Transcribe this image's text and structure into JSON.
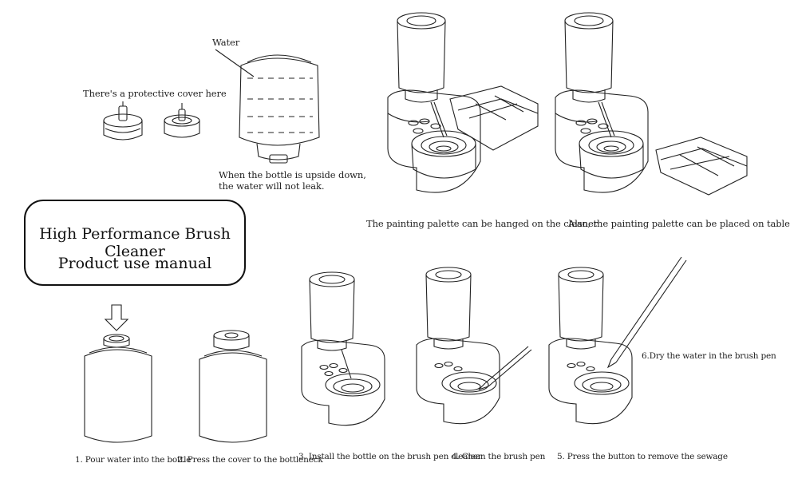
{
  "manual": {
    "title": "High Performance Brush Cleaner",
    "subtitle": "Product use manual"
  },
  "labels": {
    "water": "Water",
    "cover": "There's a protective cover here",
    "upside_line1": "When the bottle is upside down,",
    "upside_line2": "the water will not leak.",
    "palette_hanged": "The painting palette can be hanged on the cleaner",
    "palette_table": "Also, the painting palette can be placed on table"
  },
  "steps": [
    {
      "label": "1. Pour water into the bottle"
    },
    {
      "label": "2. Press the cover to the bottleneck"
    },
    {
      "label": "3. Install the bottle on the brush pen cleaner"
    },
    {
      "label": "4. Clean the brush pen"
    },
    {
      "label": "5. Press the button to remove the sewage"
    },
    {
      "label": "6.Dry the water in the brush pen"
    }
  ],
  "colors": {
    "line": "#222222",
    "background": "#ffffff"
  }
}
